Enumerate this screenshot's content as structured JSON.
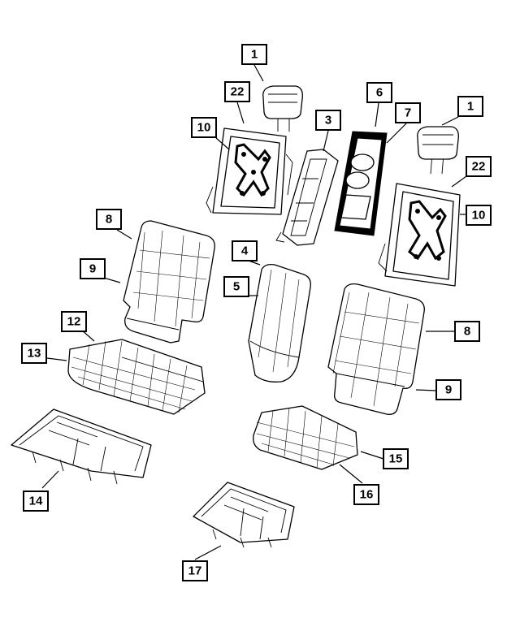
{
  "callouts": [
    {
      "id": "c1a",
      "label": "1"
    },
    {
      "id": "c22a",
      "label": "22"
    },
    {
      "id": "c10a",
      "label": "10"
    },
    {
      "id": "c3",
      "label": "3"
    },
    {
      "id": "c6",
      "label": "6"
    },
    {
      "id": "c7",
      "label": "7"
    },
    {
      "id": "c1b",
      "label": "1"
    },
    {
      "id": "c22b",
      "label": "22"
    },
    {
      "id": "c10b",
      "label": "10"
    },
    {
      "id": "c8a",
      "label": "8"
    },
    {
      "id": "c9a",
      "label": "9"
    },
    {
      "id": "c4",
      "label": "4"
    },
    {
      "id": "c5",
      "label": "5"
    },
    {
      "id": "c8b",
      "label": "8"
    },
    {
      "id": "c9b",
      "label": "9"
    },
    {
      "id": "c12",
      "label": "12"
    },
    {
      "id": "c13",
      "label": "13"
    },
    {
      "id": "c15",
      "label": "15"
    },
    {
      "id": "c16",
      "label": "16"
    },
    {
      "id": "c14",
      "label": "14"
    },
    {
      "id": "c17",
      "label": "17"
    }
  ]
}
